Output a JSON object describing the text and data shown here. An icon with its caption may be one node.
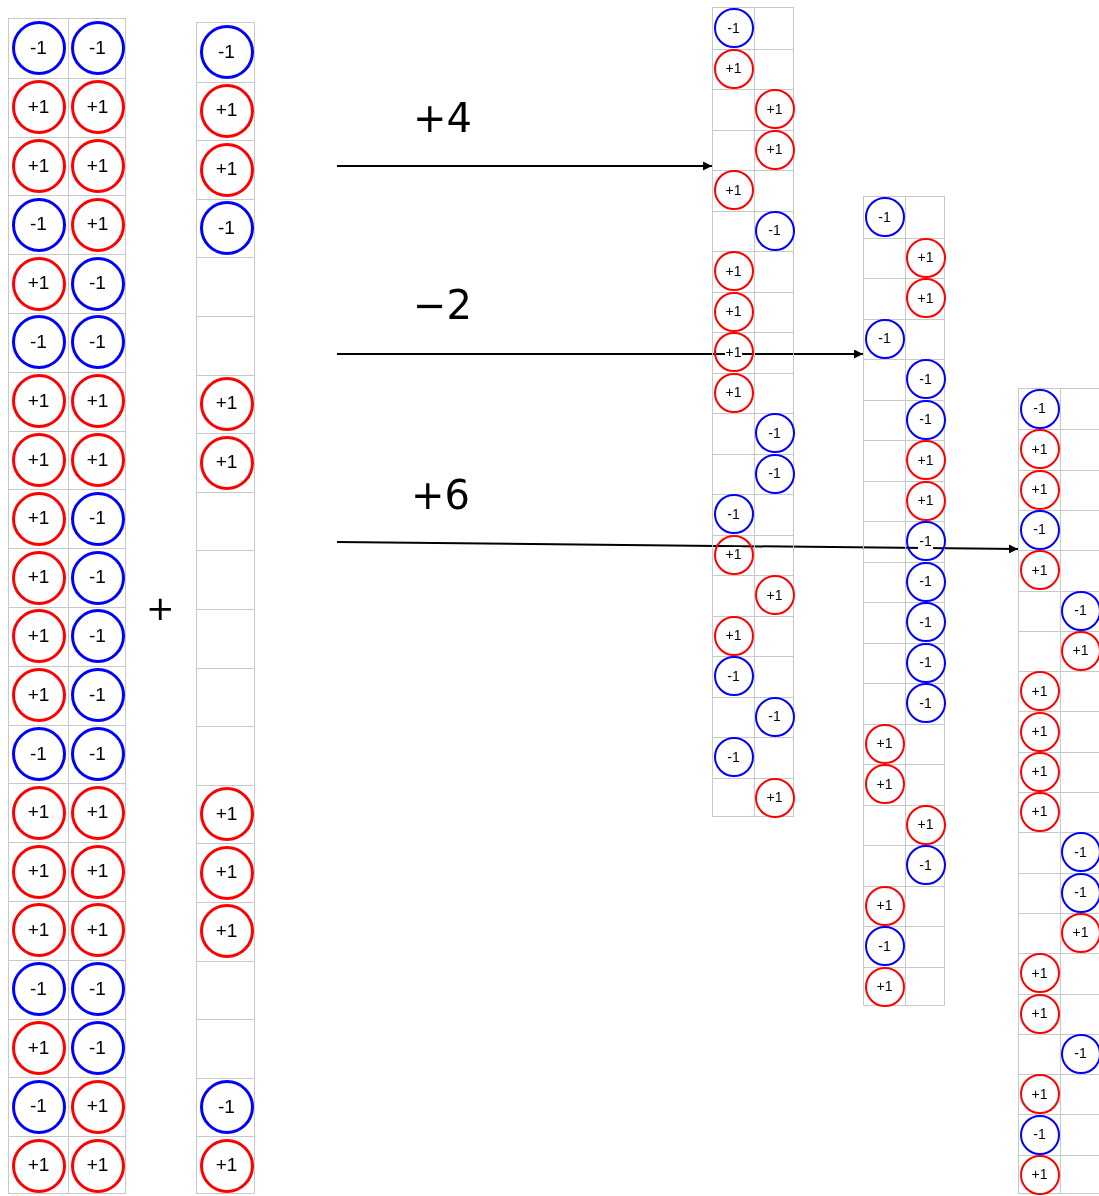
{
  "diagram": {
    "nodes": [
      {
        "text": [],
        "shape": "box"
      },
      {
        "text": [
          "-1"
        ],
        "in": 0
      },
      {
        "text": [
          "-1"
        ],
        "in": 0
      },
      {
        "text": [
          "+1"
        ],
        "in": 0
      },
      {
        "text": [
          "+1"
        ],
        "in": 0
      },
      {
        "text": [
          "+1"
        ],
        "in": 0
      },
      {
        "text": [
          "+1"
        ],
        "in": 0
      },
      {
        "text": [
          "-1"
        ],
        "in": 0
      },
      {
        "text": [
          "+1"
        ],
        "in": 0
      },
      {
        "text": [
          "+1"
        ],
        "in": 0
      },
      {
        "text": [
          "-1"
        ],
        "in": 0
      },
      {
        "text": [
          "-1"
        ],
        "in": 0
      },
      {
        "text": [
          "-1"
        ],
        "in": 0
      },
      {
        "text": [
          "+1"
        ],
        "in": 0
      },
      {
        "text": [
          "+1"
        ],
        "in": 0
      },
      {
        "text": [
          "+1"
        ],
        "in": 0
      },
      {
        "text": [
          "+1"
        ],
        "in": 0
      },
      {
        "text": [
          "+1"
        ],
        "in": 0
      },
      {
        "text": [
          "-1"
        ],
        "in": 0
      },
      {
        "text": [
          "+1"
        ],
        "in": 0
      },
      {
        "text": [
          "-1"
        ],
        "in": 0
      },
      {
        "text": [
          "+1"
        ],
        "in": 0
      },
      {
        "text": [
          "-1"
        ],
        "in": 0
      },
      {
        "text": [
          "+1"
        ],
        "in": 0
      },
      {
        "text": [
          "-1"
        ],
        "in": 0
      },
      {
        "text": [
          "-1"
        ],
        "in": 0
      },
      {
        "text": [
          "-1"
        ],
        "in": 0
      },
      {
        "text": [
          "+1"
        ],
        "in": 0
      },
      {
        "text": [
          "+1"
        ],
        "in": 0
      },
      {
        "text": [
          "+1"
        ],
        "in": 0
      },
      {
        "text": [
          "+1"
        ],
        "in": 0
      },
      {
        "text": [
          "+1"
        ],
        "in": 0
      },
      {
        "text": [
          "+1"
        ],
        "in": 0
      },
      {
        "text": [
          "-1"
        ],
        "in": 0
      },
      {
        "text": [
          "-1"
        ],
        "in": 0
      },
      {
        "text": [
          "+1"
        ],
        "in": 0
      },
      {
        "text": [
          "-1"
        ],
        "in": 0
      },
      {
        "text": [
          "-1"
        ],
        "in": 0
      },
      {
        "text": [
          "+1"
        ],
        "in": 0
      },
      {
        "text": [
          "+1"
        ],
        "in": 0
      },
      {
        "text": [
          "+1"
        ],
        "in": 0
      },
      {
        "text": [],
        "shape": "box"
      },
      {
        "text": [
          "-1"
        ],
        "in": 41
      },
      {
        "text": [
          "+1"
        ],
        "in": 41
      },
      {
        "text": [
          "+1"
        ],
        "in": 41
      },
      {
        "text": [
          "-1"
        ],
        "in": 41
      },
      {
        "text": [
          "+1"
        ],
        "in": 41
      },
      {
        "text": [
          "+1"
        ],
        "in": 41
      },
      {
        "text": [
          "+1"
        ],
        "in": 41
      },
      {
        "text": [
          "+1"
        ],
        "in": 41
      },
      {
        "text": [
          "+1"
        ],
        "in": 41
      },
      {
        "text": [
          "-1"
        ],
        "in": 41
      },
      {
        "text": [
          "+1"
        ],
        "in": 41
      },
      {
        "text": [],
        "shape": "box"
      },
      {
        "text": [
          "-1"
        ],
        "in": 53
      },
      {
        "text": [
          "+1"
        ],
        "in": 53
      },
      {
        "text": [
          "+1"
        ],
        "in": 53
      },
      {
        "text": [
          "+1"
        ],
        "in": 53
      },
      {
        "text": [
          "+1"
        ],
        "in": 53
      },
      {
        "text": [
          "-1"
        ],
        "in": 53
      },
      {
        "text": [
          "+1"
        ],
        "in": 53
      },
      {
        "text": [
          "+1"
        ],
        "in": 53
      },
      {
        "text": [
          "+1"
        ],
        "in": 53
      },
      {
        "text": [
          "+1"
        ],
        "in": 53
      },
      {
        "text": [
          "-1"
        ],
        "in": 53
      },
      {
        "text": [
          "-1"
        ],
        "in": 53
      },
      {
        "text": [
          "-1"
        ],
        "in": 53
      },
      {
        "text": [
          "+1"
        ],
        "in": 53
      },
      {
        "text": [
          "+1"
        ],
        "in": 53
      },
      {
        "text": [
          "+1"
        ],
        "in": 53
      },
      {
        "text": [
          "-1"
        ],
        "in": 53
      },
      {
        "text": [
          "-1"
        ],
        "in": 53
      },
      {
        "text": [
          "-1"
        ],
        "in": 53
      },
      {
        "text": [
          "+1"
        ],
        "in": 53
      },
      {
        "text": [],
        "shape": "box"
      },
      {
        "text": [
          "-1"
        ],
        "in": 74
      },
      {
        "text": [
          "+1"
        ],
        "in": 74
      },
      {
        "text": [
          "+1"
        ],
        "in": 74
      },
      {
        "text": [
          "-1"
        ],
        "in": 74
      },
      {
        "text": [
          "-1"
        ],
        "in": 74
      },
      {
        "text": [
          "-1"
        ],
        "in": 74
      },
      {
        "text": [
          "+1"
        ],
        "in": 74
      },
      {
        "text": [
          "+1"
        ],
        "in": 74
      },
      {
        "text": [
          "-1"
        ],
        "in": 74
      },
      {
        "text": [
          "-1"
        ],
        "in": 74
      },
      {
        "text": [
          "-1"
        ],
        "in": 74
      },
      {
        "text": [
          "-1"
        ],
        "in": 74
      },
      {
        "text": [
          "-1"
        ],
        "in": 74
      },
      {
        "text": [
          "+1"
        ],
        "in": 74
      },
      {
        "text": [
          "+1"
        ],
        "in": 74
      },
      {
        "text": [
          "+1"
        ],
        "in": 74
      },
      {
        "text": [
          "-1"
        ],
        "in": 74
      },
      {
        "text": [
          "+1"
        ],
        "in": 74
      },
      {
        "text": [
          "-1"
        ],
        "in": 74
      },
      {
        "text": [
          "+1"
        ],
        "in": 74
      },
      {
        "text": [],
        "shape": "box"
      },
      {
        "text": [
          "-1"
        ],
        "in": 95
      },
      {
        "text": [
          "+1"
        ],
        "in": 95
      },
      {
        "text": [
          "+1"
        ],
        "in": 95
      },
      {
        "text": [
          "-1"
        ],
        "in": 95
      },
      {
        "text": [
          "+1"
        ],
        "in": 95
      },
      {
        "text": [
          "-1"
        ],
        "in": 95
      },
      {
        "text": [
          "+1"
        ],
        "in": 95
      },
      {
        "text": [
          "+1"
        ],
        "in": 95
      },
      {
        "text": [
          "+1"
        ],
        "in": 95
      },
      {
        "text": [
          "+1"
        ],
        "in": 95
      },
      {
        "text": [
          "+1"
        ],
        "in": 95
      },
      {
        "text": [
          "-1"
        ],
        "in": 95
      },
      {
        "text": [
          "-1"
        ],
        "in": 95
      },
      {
        "text": [
          "+1"
        ],
        "in": 95
      },
      {
        "text": [
          "+1"
        ],
        "in": 95
      },
      {
        "text": [
          "+1"
        ],
        "in": 95
      },
      {
        "text": [
          "-1"
        ],
        "in": 95
      },
      {
        "text": [
          "+1"
        ],
        "in": 95
      },
      {
        "text": [
          "-1"
        ],
        "in": 95
      },
      {
        "text": [
          "+1"
        ],
        "in": 95
      }
    ],
    "edges": [
      {
        "from": null,
        "to": 53,
        "arrow": "to",
        "label": "+4"
      },
      {
        "from": null,
        "to": 74,
        "arrow": "to",
        "label": "−2"
      },
      {
        "from": null,
        "to": 95,
        "arrow": "to",
        "label": "+6"
      }
    ],
    "labels": [
      "+"
    ]
  }
}
